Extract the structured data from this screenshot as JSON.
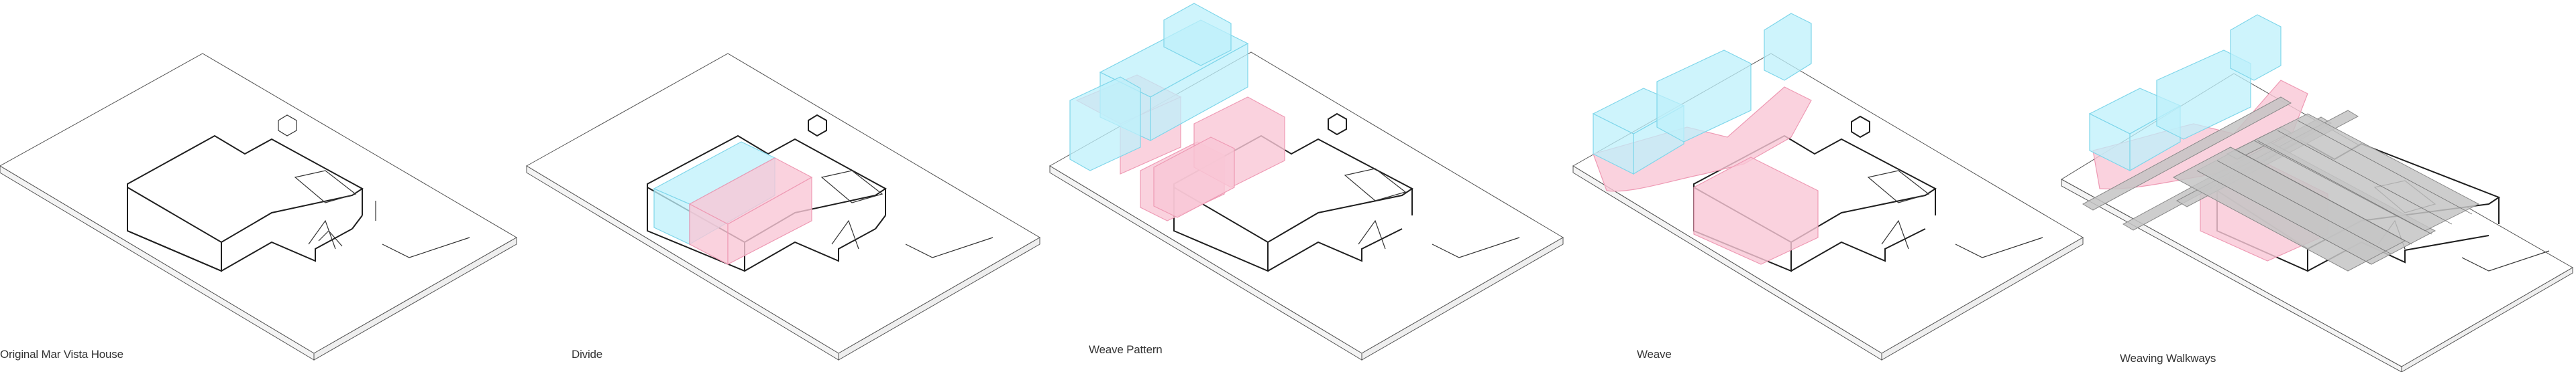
{
  "panels": [
    {
      "caption": "Original Mar Vista House"
    },
    {
      "caption": "Divide"
    },
    {
      "caption": "Weave Pattern"
    },
    {
      "caption": "Weave"
    },
    {
      "caption": "Weaving Walkways"
    }
  ],
  "colors": {
    "line": "#1f1f1f",
    "thin_line": "#6a6a6a",
    "blue_fill": "#bdf0fb",
    "blue_edge": "#7fd6ea",
    "pink_fill": "#f9c7d6",
    "pink_edge": "#ee9ab4",
    "walkway": "#c4c4c4"
  }
}
